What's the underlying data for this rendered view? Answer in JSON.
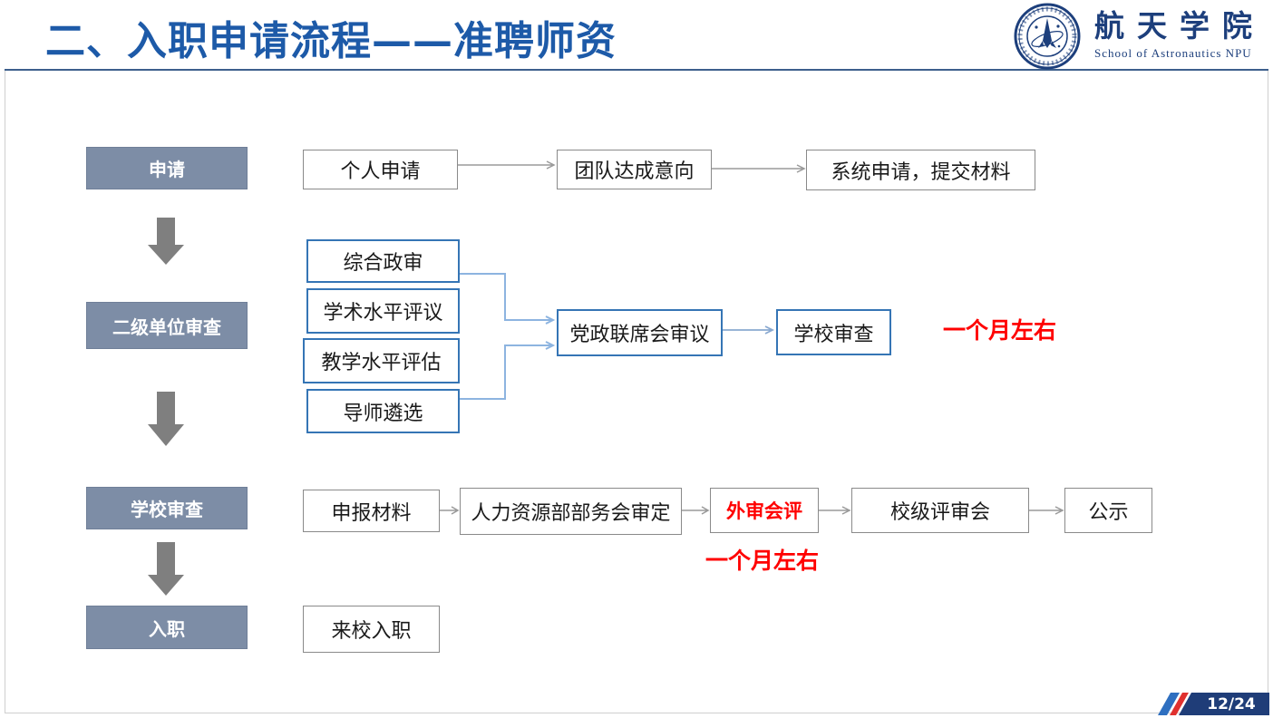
{
  "slide": {
    "title": "二、入职申请流程——准聘师资",
    "page_number": "12/24"
  },
  "logo": {
    "name_cn": "航天学院",
    "name_en": "School of Astronautics NPU",
    "emblem_icon": "school-seal-icon"
  },
  "colors": {
    "title": "#1d5aa8",
    "stage_fill": "#7d8da6",
    "box_border": "#8a8a8a",
    "blue_border": "#3575b5",
    "connector_blue": "#8db4e0",
    "arrow_gray": "#7f7f7f",
    "highlight_red": "#ff0000",
    "page_badge": "#1f3d78"
  },
  "stages": [
    "申请",
    "二级单位审查",
    "学校审查",
    "入职"
  ],
  "apply_steps": [
    "个人申请",
    "团队达成意向",
    "系统申请，提交材料"
  ],
  "unit_review": {
    "inputs": [
      "综合政审",
      "学术水平评议",
      "教学水平评估",
      "导师遴选"
    ],
    "meeting": "党政联席会审议",
    "next_step": "学校审查",
    "duration": "一个月左右"
  },
  "school_review": {
    "steps": [
      "申报材料",
      "人力资源部部务会审定",
      "外审会评",
      "校级评审会",
      "公示"
    ],
    "duration": "一个月左右"
  },
  "onboarding": {
    "steps": [
      "来校入职"
    ]
  }
}
